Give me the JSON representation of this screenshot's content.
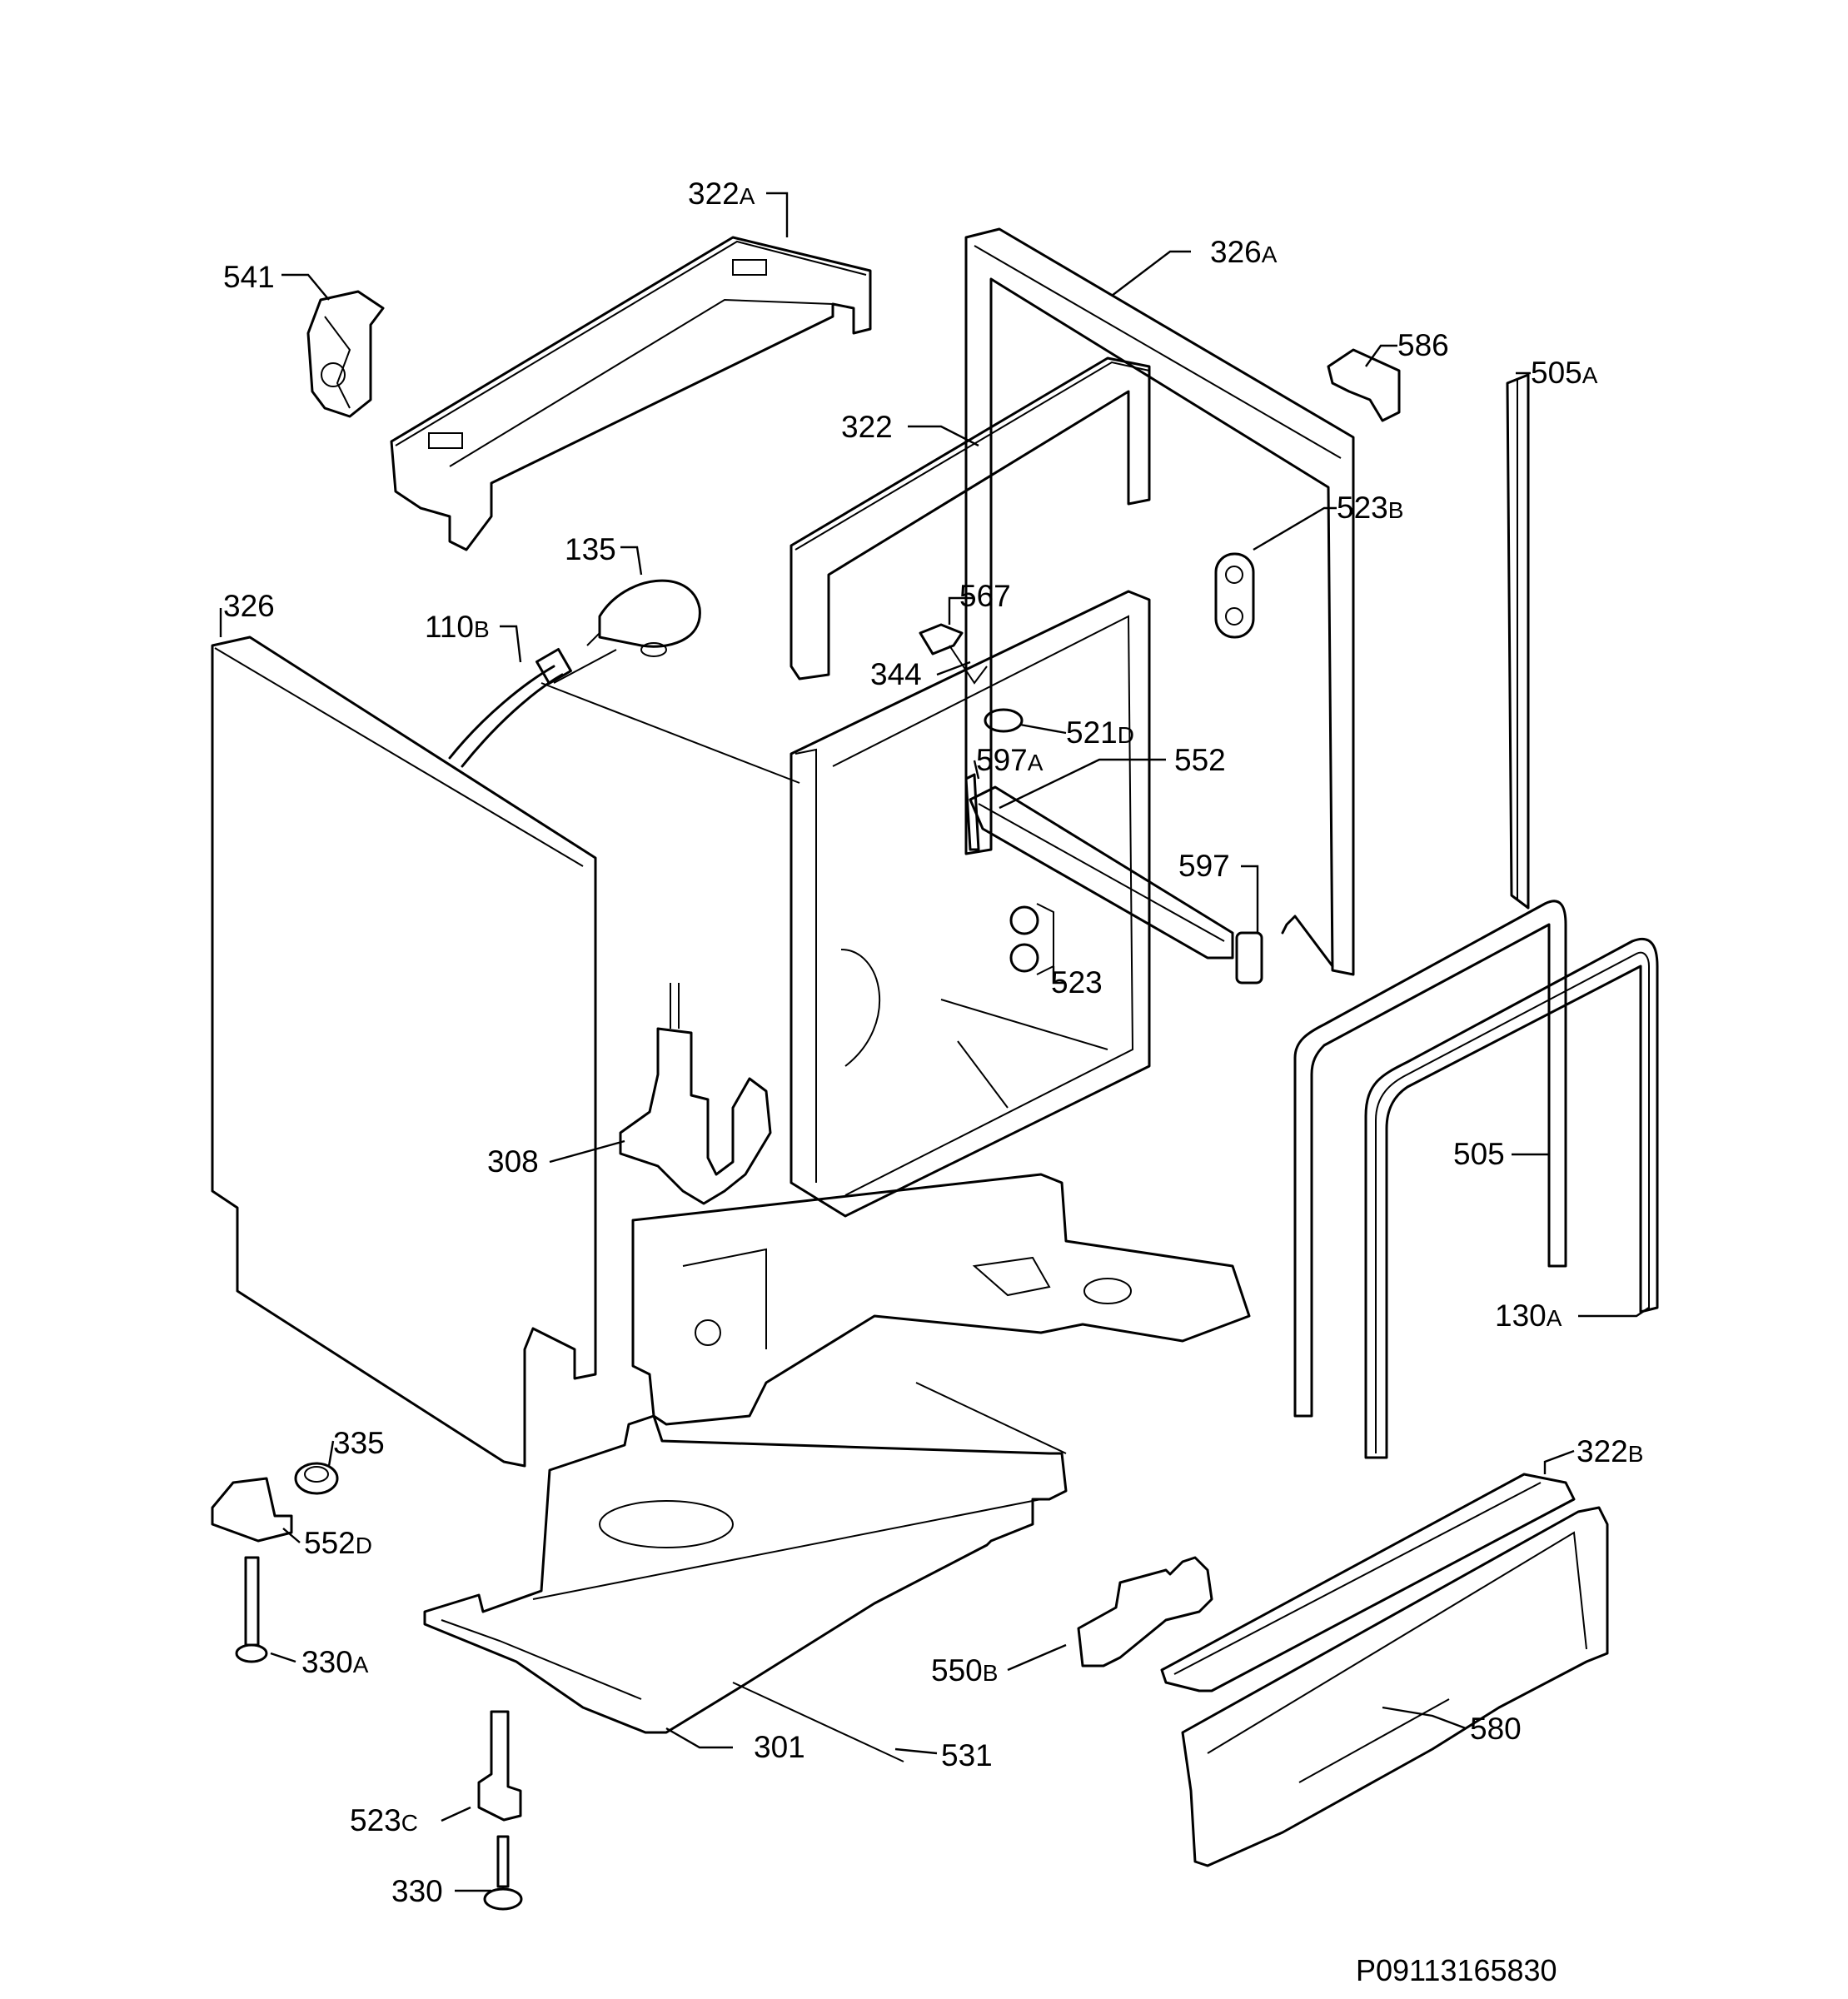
{
  "labels": [
    {
      "id": "p322a",
      "num": "322",
      "suf": "A"
    },
    {
      "id": "p541",
      "num": "541",
      "suf": ""
    },
    {
      "id": "p326a",
      "num": "326",
      "suf": "A"
    },
    {
      "id": "p586",
      "num": "586",
      "suf": ""
    },
    {
      "id": "p505a",
      "num": "505",
      "suf": "A"
    },
    {
      "id": "p322",
      "num": "322",
      "suf": ""
    },
    {
      "id": "p523b",
      "num": "523",
      "suf": "B"
    },
    {
      "id": "p135",
      "num": "135",
      "suf": ""
    },
    {
      "id": "p567",
      "num": "567",
      "suf": ""
    },
    {
      "id": "p326",
      "num": "326",
      "suf": ""
    },
    {
      "id": "p110b",
      "num": "110",
      "suf": "B"
    },
    {
      "id": "p344",
      "num": "344",
      "suf": ""
    },
    {
      "id": "p521d",
      "num": "521",
      "suf": "D"
    },
    {
      "id": "p597a",
      "num": "597",
      "suf": "A"
    },
    {
      "id": "p552",
      "num": "552",
      "suf": ""
    },
    {
      "id": "p597",
      "num": "597",
      "suf": ""
    },
    {
      "id": "p523",
      "num": "523",
      "suf": ""
    },
    {
      "id": "p308",
      "num": "308",
      "suf": ""
    },
    {
      "id": "p505",
      "num": "505",
      "suf": ""
    },
    {
      "id": "p130a",
      "num": "130",
      "suf": "A"
    },
    {
      "id": "p335",
      "num": "335",
      "suf": ""
    },
    {
      "id": "p552d",
      "num": "552",
      "suf": "D"
    },
    {
      "id": "p322b",
      "num": "322",
      "suf": "B"
    },
    {
      "id": "p330a",
      "num": "330",
      "suf": "A"
    },
    {
      "id": "p550b",
      "num": "550",
      "suf": "B"
    },
    {
      "id": "p580",
      "num": "580",
      "suf": ""
    },
    {
      "id": "p301",
      "num": "301",
      "suf": ""
    },
    {
      "id": "p531",
      "num": "531",
      "suf": ""
    },
    {
      "id": "p523c",
      "num": "523",
      "suf": "C"
    },
    {
      "id": "p330",
      "num": "330",
      "suf": ""
    }
  ],
  "drawing_code": "P09113165830"
}
